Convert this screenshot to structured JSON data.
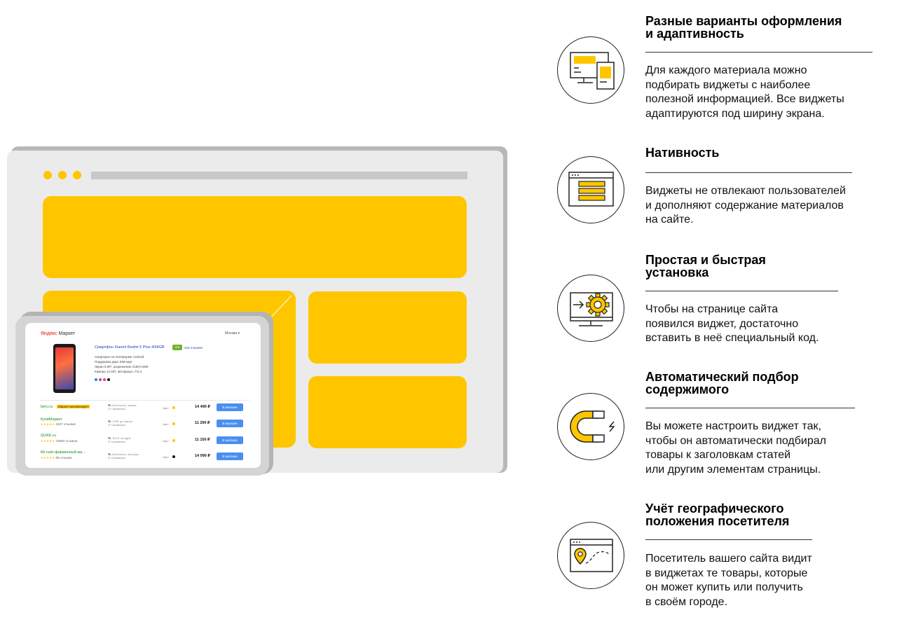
{
  "tablet": {
    "logo_brand": "Яндекс",
    "logo_service": "Маркет",
    "city": "Москва",
    "city_arrow": "▾",
    "product": {
      "title": "Смартфон Xiaomi Redmi 5 Plus 4/64GB",
      "rating": "4.5",
      "reviews": "216 отзывов",
      "specs": [
        "Смартфон на платформе Android",
        "Поддержка двух SIM-карт",
        "Экран 5.99\", разрешение 2160×1080",
        "Камера 12 МП, автофокус, F/2.2"
      ],
      "colors": [
        "#1e88e5",
        "#ab47bc",
        "#ec407a",
        "#111111"
      ]
    },
    "offers": [
      {
        "shop": "beru.ru",
        "tag": "Маркет рекомендует",
        "stars": "",
        "reviews": "",
        "delivery": "Бесплатно, завтра",
        "pickup": "Самовывоз",
        "color_label": "Цвет",
        "color": "#ffc600",
        "price": "14 490 ₽",
        "button": "В магазин"
      },
      {
        "shop": "КупиМаркет",
        "tag": "",
        "stars": "★★★★★",
        "reviews": "1507 отзывов",
        "delivery": "190₽, до завтра",
        "pickup": "Самовывоз",
        "color_label": "Цвет",
        "color": "#ffc600",
        "price": "11 290 ₽",
        "button": "В магазин"
      },
      {
        "shop": "QUKE.ru",
        "tag": "",
        "stars": "★★★★★",
        "reviews": "15660 отзывов",
        "delivery": "390 ₽, сегодня",
        "pickup": "Самовывоз",
        "color_label": "Цвет",
        "color": "#ffc600",
        "price": "11 150 ₽",
        "button": "В магазин"
      },
      {
        "shop": "Mi-rush-фирменный ма...",
        "tag": "",
        "stars": "★★★★★",
        "reviews": "89 отзывов",
        "delivery": "Бесплатно, вечером",
        "pickup": "Самовывоз",
        "color_label": "Цвет",
        "color": "#111111",
        "price": "14 990 ₽",
        "button": "В магазин"
      }
    ]
  },
  "features": [
    {
      "icon": "responsive-devices-icon",
      "title_lines": [
        "Разные варианты оформления",
        "и адаптивность"
      ],
      "desc_lines": [
        "Для каждого материала можно",
        "подбирать виджеты с наиболее",
        "полезной информацией. Все виджеты",
        "адаптируются под ширину экрана."
      ]
    },
    {
      "icon": "native-widget-icon",
      "title_lines": [
        "Нативность"
      ],
      "desc_lines": [
        "Виджеты не отвлекают пользователей",
        "и дополняют содержание материалов",
        "на сайте."
      ]
    },
    {
      "icon": "setup-gear-icon",
      "title_lines": [
        "Простая и быстрая",
        "установка"
      ],
      "desc_lines": [
        "Чтобы на странице сайта",
        "появился виджет, достаточно",
        "вставить в неё специальный код."
      ]
    },
    {
      "icon": "magnet-icon",
      "title_lines": [
        "Автоматический подбор",
        "содержимого"
      ],
      "desc_lines": [
        "Вы можете настроить виджет так,",
        "чтобы он автоматически подбирал",
        "товары к заголовкам статей",
        "или другим элементам страницы."
      ]
    },
    {
      "icon": "geo-location-icon",
      "title_lines": [
        "Учёт географического",
        "положения посетителя"
      ],
      "desc_lines": [
        "Посетитель вашего сайта видит",
        "в виджетах те товары, которые",
        "он может купить или получить",
        "в своём городе."
      ]
    }
  ],
  "colors": {
    "accent": "#ffc600",
    "browser_bg": "#ebebeb",
    "button_blue": "#4a8ff0"
  }
}
